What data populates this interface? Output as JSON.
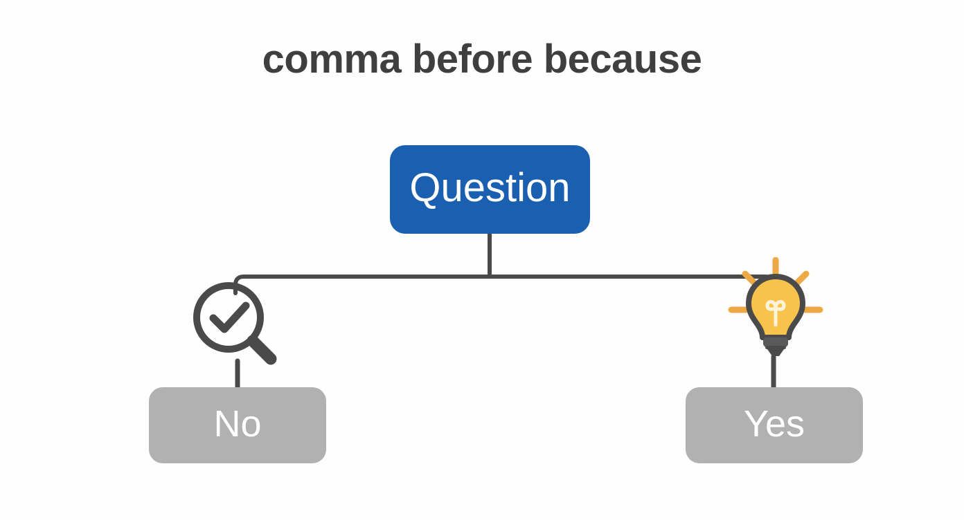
{
  "page": {
    "title": "comma before because",
    "background_color": "#fefefe",
    "title_color": "#3f3f3f"
  },
  "diagram": {
    "type": "flowchart",
    "orientation": "top-down",
    "root": {
      "id": "question",
      "label": "Question",
      "shape": "rounded-rectangle",
      "fill_color": "#1a5fb0",
      "text_color": "#ffffff"
    },
    "branches": [
      {
        "id": "no",
        "label": "No",
        "shape": "rounded-rectangle",
        "fill_color": "#b1b1b1",
        "text_color": "#ffffff",
        "side": "left",
        "icon": "search-check-icon",
        "icon_color": "#4a4a4a"
      },
      {
        "id": "yes",
        "label": "Yes",
        "shape": "rounded-rectangle",
        "fill_color": "#b1b1b1",
        "text_color": "#ffffff",
        "side": "right",
        "icon": "lightbulb-icon",
        "icon_bulb_color": "#f8c34c",
        "icon_ray_color": "#eda944",
        "icon_outline_color": "#4a4a4a"
      }
    ],
    "connector": {
      "color": "#4a4a4a",
      "stroke_width": "6"
    }
  }
}
